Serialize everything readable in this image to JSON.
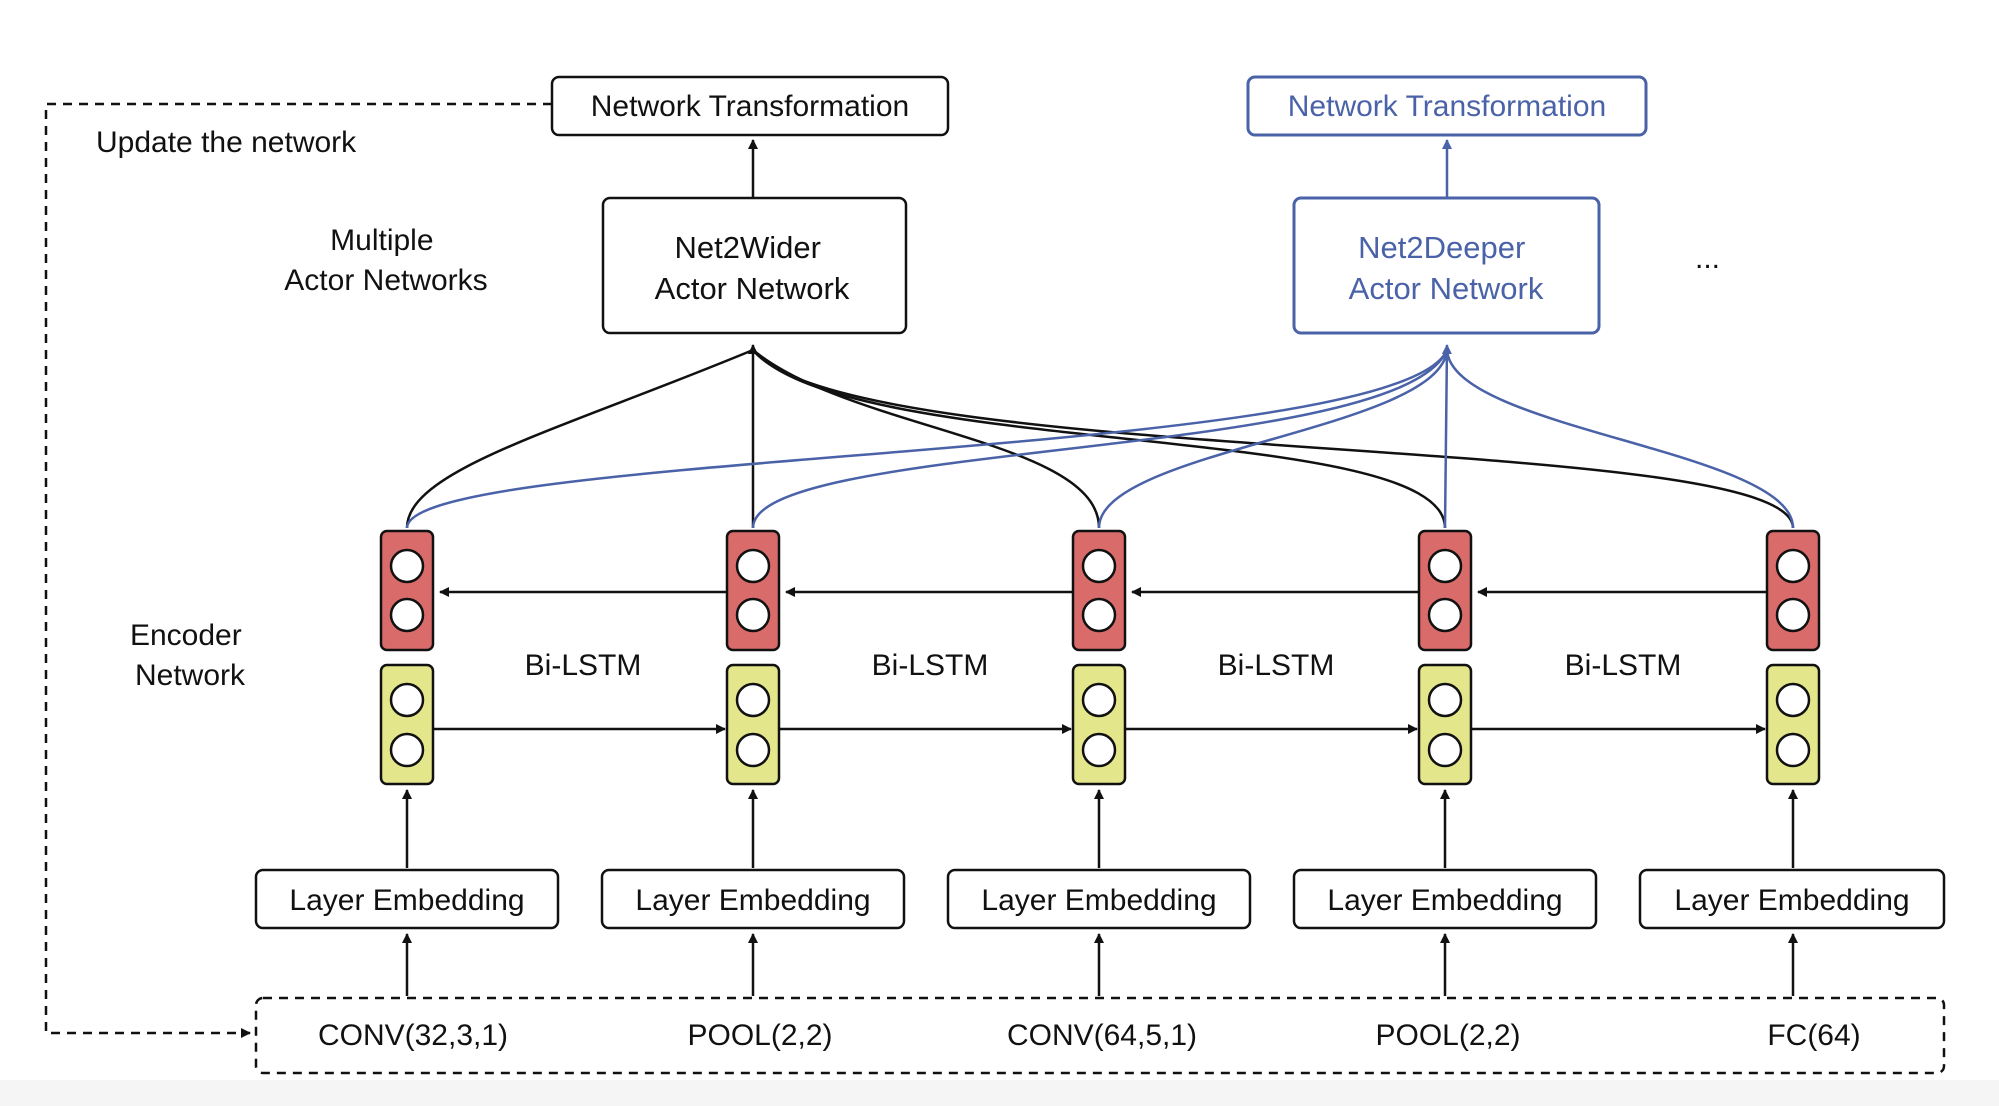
{
  "colors": {
    "black": "#111111",
    "blue": "#4a62a8",
    "lstm_red": "#d96b6b",
    "lstm_yellow": "#e3e68a",
    "background": "#ffffff"
  },
  "update_label": "Update the network",
  "actor_networks_label": [
    "Multiple",
    "Actor Networks"
  ],
  "encoder_label": [
    "Encoder",
    "Network"
  ],
  "ellipsis": "...",
  "bilstm_labels": [
    "Bi-LSTM",
    "Bi-LSTM",
    "Bi-LSTM",
    "Bi-LSTM"
  ],
  "actors": [
    {
      "name": "net2wider",
      "color": "black",
      "line1": "Net2Wider",
      "line2": "Actor Network",
      "transform_label": "Network Transformation"
    },
    {
      "name": "net2deeper",
      "color": "blue",
      "line1": "Net2Deeper",
      "line2": "Actor Network",
      "transform_label": "Network Transformation"
    }
  ],
  "layers": [
    {
      "embedding": "Layer Embedding",
      "layer": "CONV(32,3,1)"
    },
    {
      "embedding": "Layer Embedding",
      "layer": "POOL(2,2)"
    },
    {
      "embedding": "Layer Embedding",
      "layer": "CONV(64,5,1)"
    },
    {
      "embedding": "Layer Embedding",
      "layer": "POOL(2,2)"
    },
    {
      "embedding": "Layer Embedding",
      "layer": "FC(64)"
    }
  ]
}
